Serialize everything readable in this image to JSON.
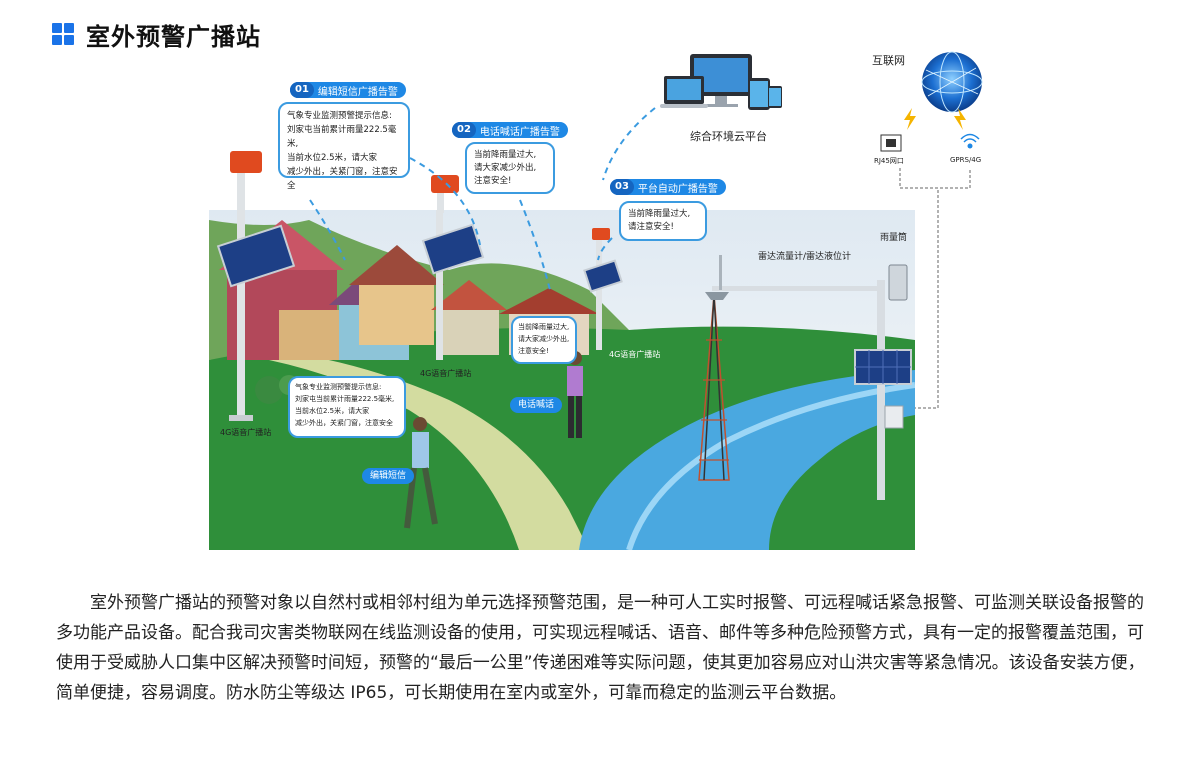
{
  "header": {
    "title": "室外预警广播站",
    "icon": "grid-icon"
  },
  "diagram": {
    "internet": "互联网",
    "cloud_platform": "综合环境云平台",
    "rj45": "RJ45网口",
    "gprs": "GPRS/4G",
    "rain_gauge": "雨量筒",
    "radar": "雷达流量计/雷达液位计",
    "step1": {
      "num": "01",
      "label": "编辑短信广播告警",
      "text": [
        "气象专业监测预警提示信息:",
        "刘家屯当前累计雨量222.5毫米,",
        "当前水位2.5米，请大家",
        "减少外出，关紧门窗，注意安全"
      ]
    },
    "step2": {
      "num": "02",
      "label": "电话喊话广播告警",
      "text": [
        "当前降雨量过大,",
        "请大家减少外出,",
        "注意安全!"
      ]
    },
    "step3": {
      "num": "03",
      "label": "平台自动广播告警",
      "text": [
        "当前降雨量过大,",
        "请注意安全!"
      ]
    },
    "station_label": "4G语音广播站",
    "phone_bubble": [
      "当前降雨量过大,",
      "请大家减少外出,",
      "注意安全!"
    ],
    "sms_bubble": [
      "气象专业监测预警提示信息:",
      "刘家屯当前累计雨量222.5毫米,",
      "当前水位2.5米，请大家",
      "减少外出，关紧门窗，注意安全"
    ],
    "phone_call": "电话喊话",
    "edit_sms": "编辑短信"
  },
  "paragraph": "室外预警广播站的预警对象以自然村或相邻村组为单元选择预警范围，是一种可人工实时报警、可远程喊话紧急报警、可监测关联设备报警的多功能产品设备。配合我司灾害类物联网在线监测设备的使用，可实现远程喊话、语音、邮件等多种危险预警方式，具有一定的报警覆盖范围，可使用于受威胁人口集中区解决预警时间短，预警的“最后一公里”传递困难等实际问题，使其更加容易应对山洪灾害等紧急情况。该设备安装方便，简单便捷，容易调度。防水防尘等级达 IP65，可长期使用在室内或室外，可靠而稳定的监测云平台数据。"
}
